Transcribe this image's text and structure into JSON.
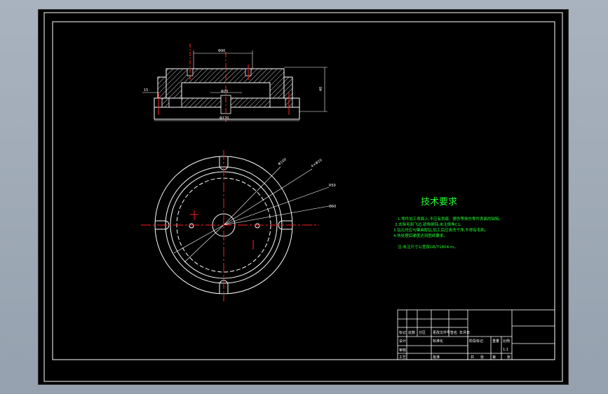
{
  "tech_req": {
    "title": "技术要求",
    "lines": [
      "1.零件加工表面上,不应有划痕、擦伤等损伤零件表面的缺陷。",
      "2.去除毛刺飞边,锐角倒钝,未注倒角C1。",
      "3.钻孔时应与模具配钻,加工后应清洗干净,不得有毛刺。",
      "4.热处理后硬度达到图纸要求。"
    ],
    "note": "注:未注尺寸公差按GB/T1804-m。"
  },
  "title_block": {
    "cells": [
      "标记",
      "处数",
      "分区",
      "更改文件号",
      "签名",
      "年月日",
      "设计",
      "标准化",
      "阶段标记",
      "重量",
      "比例",
      "审核",
      "工艺",
      "批准",
      "共",
      "张",
      "第",
      "张",
      "1:1"
    ]
  },
  "dims": {
    "top_width": "Φ90",
    "right_height": "40",
    "left_step": "15",
    "bore": "Φ20",
    "bottom_width": "Φ120",
    "leader1": "Φ100",
    "leader2": "4×Φ10",
    "leader3": "R50",
    "leader4": "Φ60"
  },
  "colors": {
    "background": "#000000",
    "lines": "#ffffff",
    "center_lines": "#ff2020",
    "notes": "#1fff2f"
  }
}
